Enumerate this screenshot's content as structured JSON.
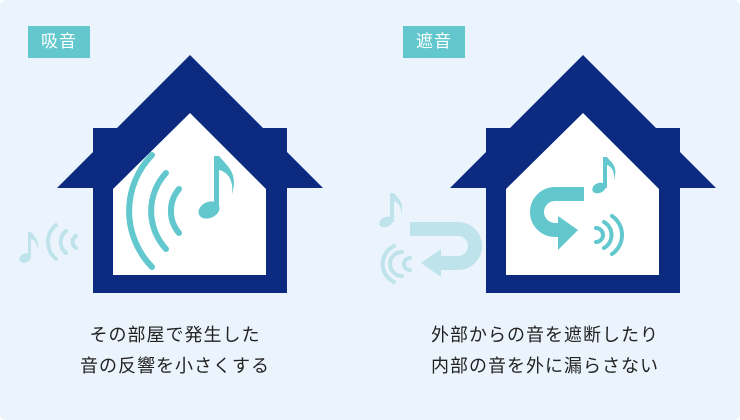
{
  "panels": [
    {
      "tag": "吸音",
      "caption_line1": "その部屋で発生した",
      "caption_line2": "音の反響を小さくする"
    },
    {
      "tag": "遮音",
      "caption_line1": "外部からの音を遮断したり",
      "caption_line2": "内部の音を外に漏らさない"
    }
  ],
  "colors": {
    "background": "#ebf4fd",
    "house": "#0b2a80",
    "accent": "#62c8ce",
    "accent_light": "#bfe3ea",
    "text": "#222222"
  },
  "icons": [
    "music-note-icon",
    "sound-wave-icon",
    "return-arrow-icon"
  ]
}
